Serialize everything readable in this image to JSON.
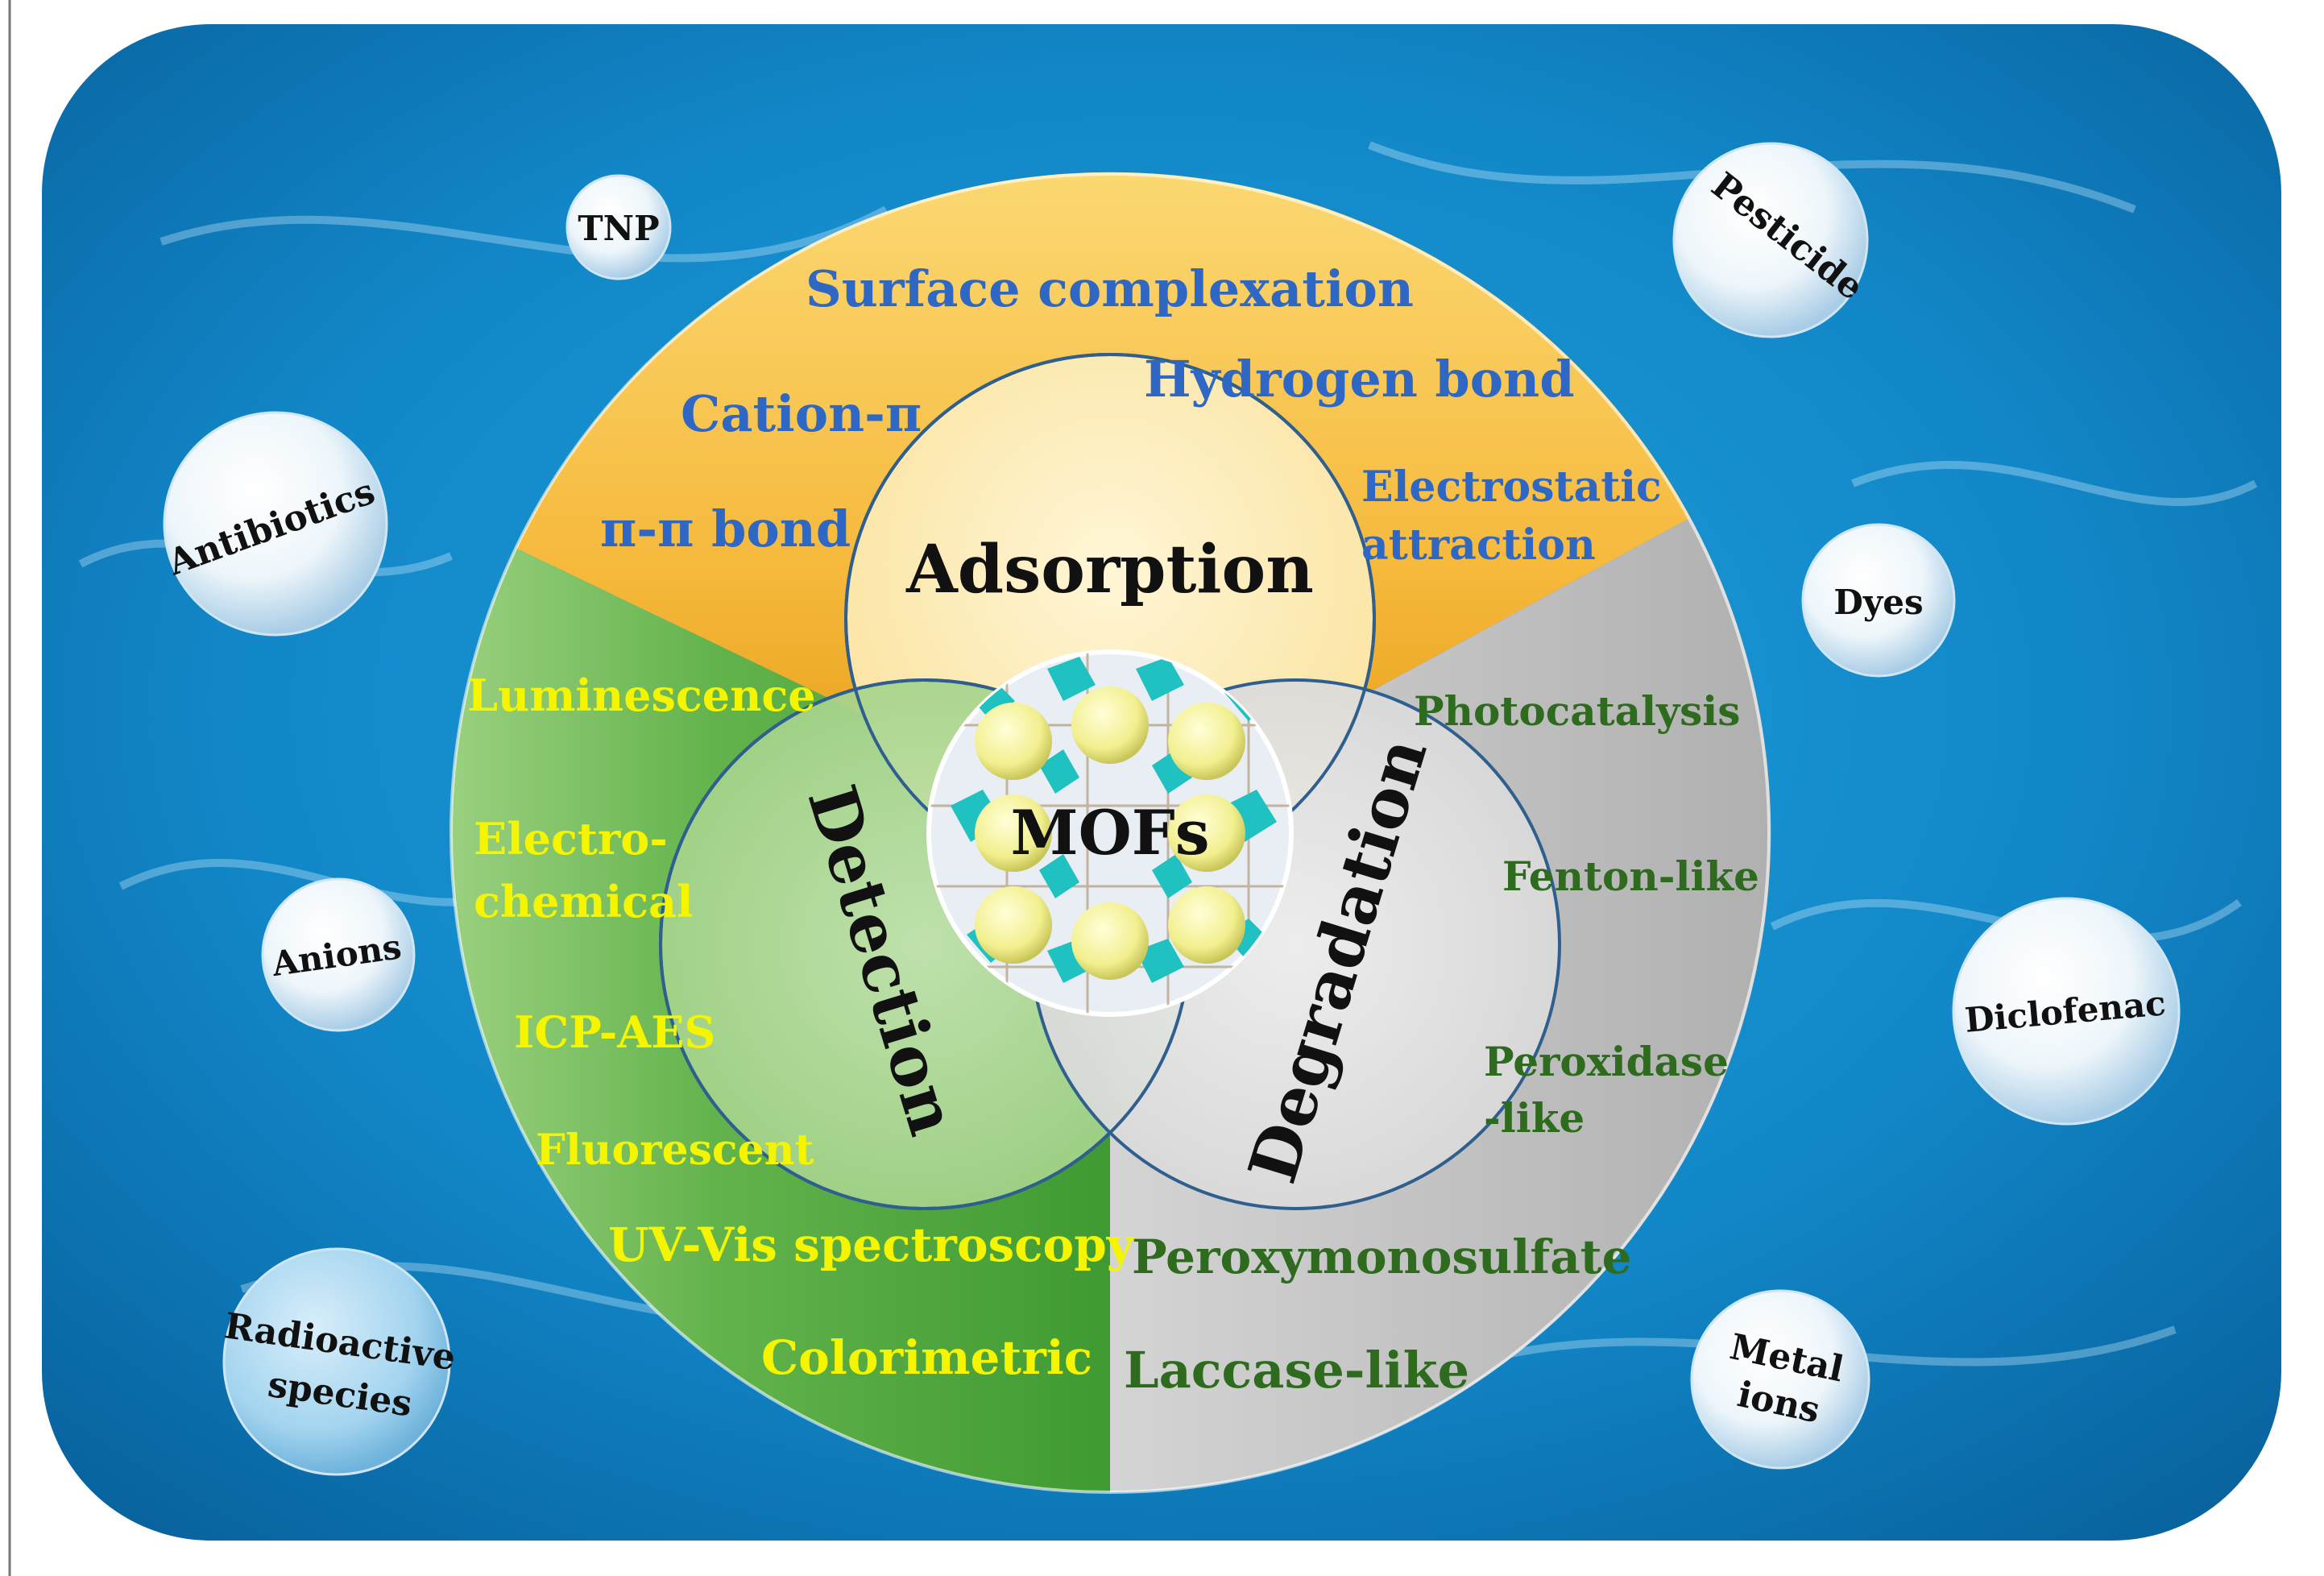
{
  "center": {
    "label": "MOFs"
  },
  "adsorption": {
    "label": "Adsorption",
    "mechanisms": [
      "Surface complexation",
      "Hydrogen bond",
      "Cation-π",
      "Electrostatic",
      "attraction",
      "π-π bond"
    ]
  },
  "detection": {
    "label": "Detection",
    "methods": [
      "Luminescence",
      "Electro-",
      "chemical",
      "ICP-AES",
      "Fluorescent",
      "UV-Vis spectroscopy",
      "Colorimetric"
    ]
  },
  "degradation": {
    "label": "Degradation",
    "methods": [
      "Photocatalysis",
      "Fenton-like",
      "Peroxidase",
      "-like",
      "Peroxymonosulfate",
      "Laccase-like"
    ]
  },
  "pollutants": {
    "tnp": "TNP",
    "antibiotics": "Antibiotics",
    "anions": "Anions",
    "radioactive_1": "Radioactive",
    "radioactive_2": "species",
    "pesticide": "Pesticide",
    "dyes": "Dyes",
    "diclofenac": "Diclofenac",
    "metal_1": "Metal",
    "metal_2": "ions"
  },
  "colors": {
    "adsorption_text": "#2f67c4",
    "detection_text": "#f5f500",
    "degradation_text": "#2e6b1e",
    "water": "#1f8fd0"
  }
}
